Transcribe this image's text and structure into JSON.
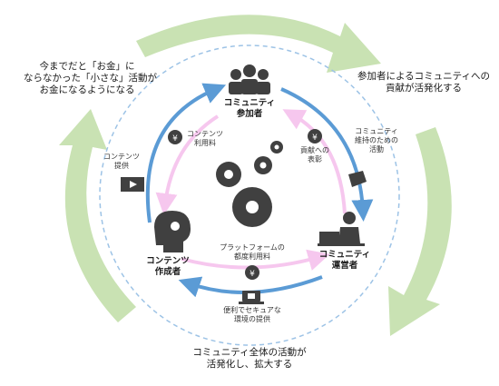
{
  "outer_texts": {
    "top_left": [
      "今までだと「お金」に",
      "ならなかった「小さな」活動が",
      "お金になるようになる"
    ],
    "top_right": [
      "参加者によるコミュニティへの",
      "貢献が活発化する"
    ],
    "bottom": [
      "コミュニティ全体の活動が",
      "活発化し、拡大する"
    ]
  },
  "nodes": {
    "participant": [
      "コミュニティ",
      "参加者"
    ],
    "creator": [
      "コンテンツ",
      "作成者"
    ],
    "operator": [
      "コミュニティ",
      "運営者"
    ]
  },
  "flows": {
    "contents_provide": [
      "コンテンツ",
      "提供"
    ],
    "contents_fee": [
      "コンテンツ",
      "利用料"
    ],
    "contribution": [
      "貢献への",
      "表彰"
    ],
    "maintain": [
      "コミュニティ",
      "維持のための",
      "活動"
    ],
    "platform_fee": [
      "プラットフォームの",
      "都度利用料"
    ],
    "secure_env": [
      "便利でセキュアな",
      "環境の提供"
    ]
  },
  "icons": {
    "yen": "¥",
    "names": [
      "people-group-icon",
      "head-idea-icon",
      "operator-desk-icon",
      "gears-icon",
      "yen-bag-icon",
      "video-icon",
      "laptop-lock-icon",
      "hand-gift-icon"
    ]
  },
  "colors": {
    "outer_arrow": "#c9e2b3",
    "blue_arrow": "#5b9bd5",
    "pink_arrow": "#f6c7ee",
    "dashed_circle": "#9dc3e6",
    "icon": "#404040"
  }
}
